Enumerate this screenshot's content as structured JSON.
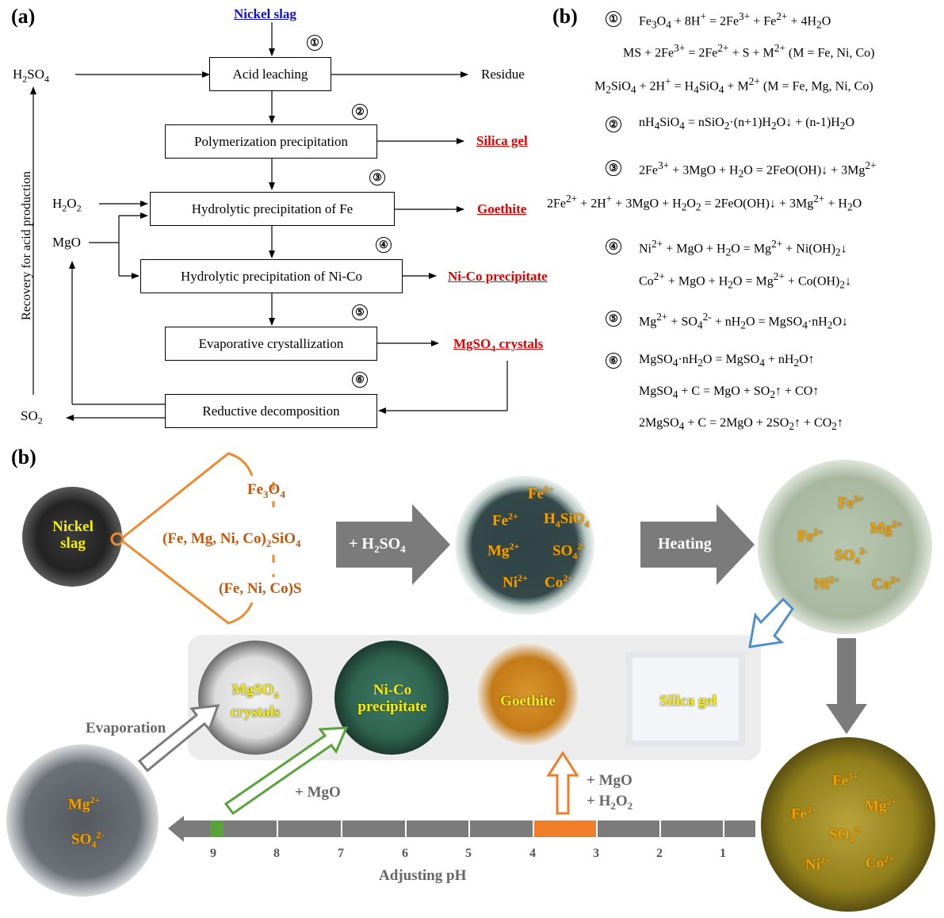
{
  "panel_a": {
    "label": "(a)",
    "input": "Nickel slag",
    "h2so4": "H2SO4",
    "residue": "Residue",
    "h2o2": "H2O2",
    "mgo": "MgO",
    "so2": "SO2",
    "recovery": "Recovery for acid production",
    "steps": [
      {
        "num": "①",
        "label": "Acid leaching"
      },
      {
        "num": "②",
        "label": "Polymerization precipitation"
      },
      {
        "num": "③",
        "label": "Hydrolytic precipitation of Fe"
      },
      {
        "num": "④",
        "label": "Hydrolytic precipitation of Ni-Co"
      },
      {
        "num": "⑤",
        "label": "Evaporative crystallization"
      },
      {
        "num": "⑥",
        "label": "Reductive decomposition"
      }
    ],
    "products": [
      "Silica gel",
      "Goethite",
      "Ni-Co precipitate",
      "MgSO4 crystals"
    ]
  },
  "panel_b_eq": {
    "label": "(b)",
    "nums": [
      "①",
      "②",
      "③",
      "④",
      "⑤",
      "⑥"
    ]
  },
  "panel_b": {
    "label": "(b)",
    "slag": "Nickel slag",
    "components": [
      "Fe3O4",
      "(Fe, Mg, Ni, Co)2SiO4",
      "(Fe, Ni, Co)S"
    ],
    "acid_arrow": "+ H2SO4",
    "heating_arrow": "Heating",
    "evaporation": "Evaporation",
    "mgo_add": "+ MgO",
    "mgo_h2o2_add": [
      "+ MgO",
      "+ H2O2"
    ],
    "products": [
      "MgSO4 crystals",
      "Ni-Co precipitate",
      "Goethite",
      "Silica gel"
    ],
    "ph_label": "Adjusting pH",
    "ph_ticks": [
      "9",
      "8",
      "7",
      "6",
      "5",
      "4",
      "3",
      "2",
      "1"
    ]
  }
}
